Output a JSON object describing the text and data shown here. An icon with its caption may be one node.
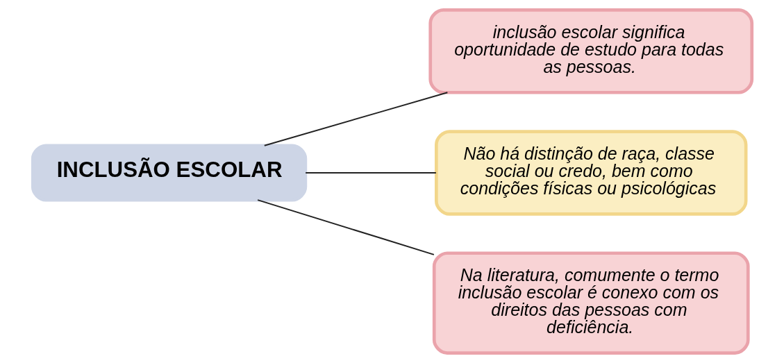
{
  "diagram": {
    "nodes": [
      {
        "text": [
          "INCLUSÃO ESCOLAR"
        ]
      },
      {
        "text": [
          "inclusão escolar significa oportunidade de estudo para todas as pessoas."
        ]
      },
      {
        "text": [
          "Não há distinção de raça, classe social ou credo, bem como condições físicas ou psicológicas"
        ]
      },
      {
        "text": [
          "Na literatura, comumente o termo inclusão escolar é conexo com os direitos das pessoas com deficiência."
        ]
      }
    ],
    "edges": [
      {
        "from": 0,
        "to": 1,
        "arrow": "none"
      },
      {
        "from": 0,
        "to": 2,
        "arrow": "none"
      },
      {
        "from": 0,
        "to": 3,
        "arrow": "none"
      }
    ]
  }
}
